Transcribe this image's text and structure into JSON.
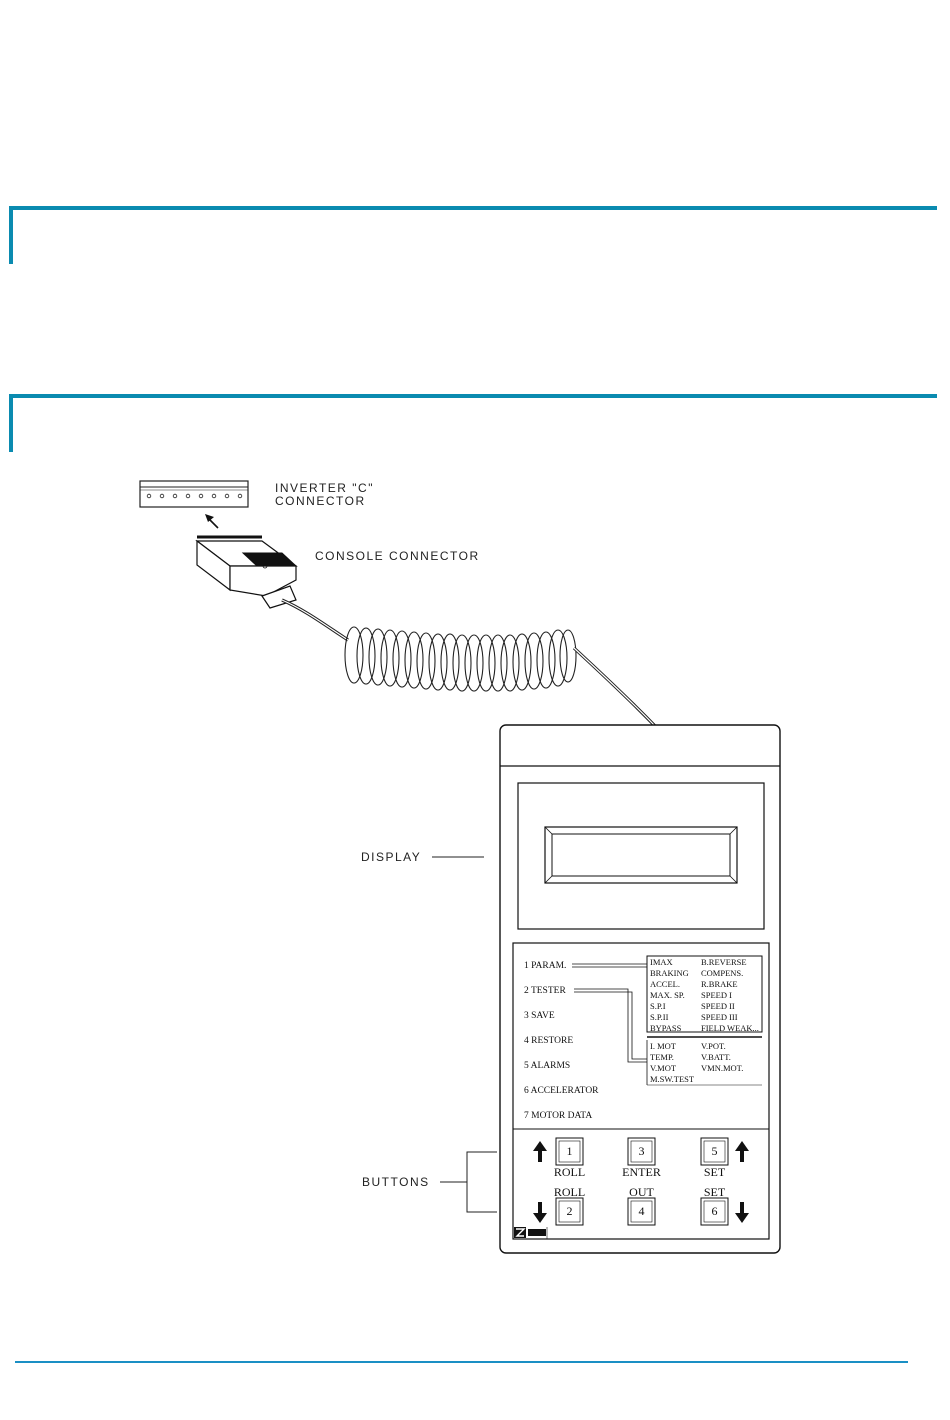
{
  "labels": {
    "inverter_connector": [
      "INVERTER \"C\"",
      "CONNECTOR"
    ],
    "console_connector": "CONSOLE CONNECTOR",
    "display": "DISPLAY",
    "buttons": "BUTTONS"
  },
  "menu": {
    "items": [
      "1  PARAM.",
      "2  TESTER",
      "3  SAVE",
      "4  RESTORE",
      "5  ALARMS",
      "6  ACCELERATOR",
      "7  MOTOR DATA"
    ],
    "param_sub": [
      [
        "IMAX",
        "B.REVERSE"
      ],
      [
        "BRAKING",
        "COMPENS."
      ],
      [
        "ACCEL.",
        "R.BRAKE"
      ],
      [
        "MAX. SP.",
        "SPEED  I"
      ],
      [
        "S.P.I",
        "SPEED  II"
      ],
      [
        "S.P.II",
        "SPEED  III"
      ],
      [
        "BYPASS",
        "FIELD WEAK..."
      ]
    ],
    "tester_sub": [
      [
        "I. MOT",
        "V.POT."
      ],
      [
        "TEMP.",
        "V.BATT."
      ],
      [
        "V.MOT",
        "VMN.MOT."
      ],
      [
        "M.SW.TEST",
        ""
      ]
    ]
  },
  "keys": {
    "k1": "1",
    "k2": "2",
    "k3": "3",
    "k4": "4",
    "k5": "5",
    "k6": "6",
    "roll_up": "ROLL",
    "roll_down": "ROLL",
    "enter": "ENTER",
    "out": "OUT",
    "set_up": "SET",
    "set_down": "SET"
  },
  "logo": "ZAPI",
  "colors": {
    "section_bar": "#0a8bb0",
    "footer_line": "#1a8fc4"
  }
}
